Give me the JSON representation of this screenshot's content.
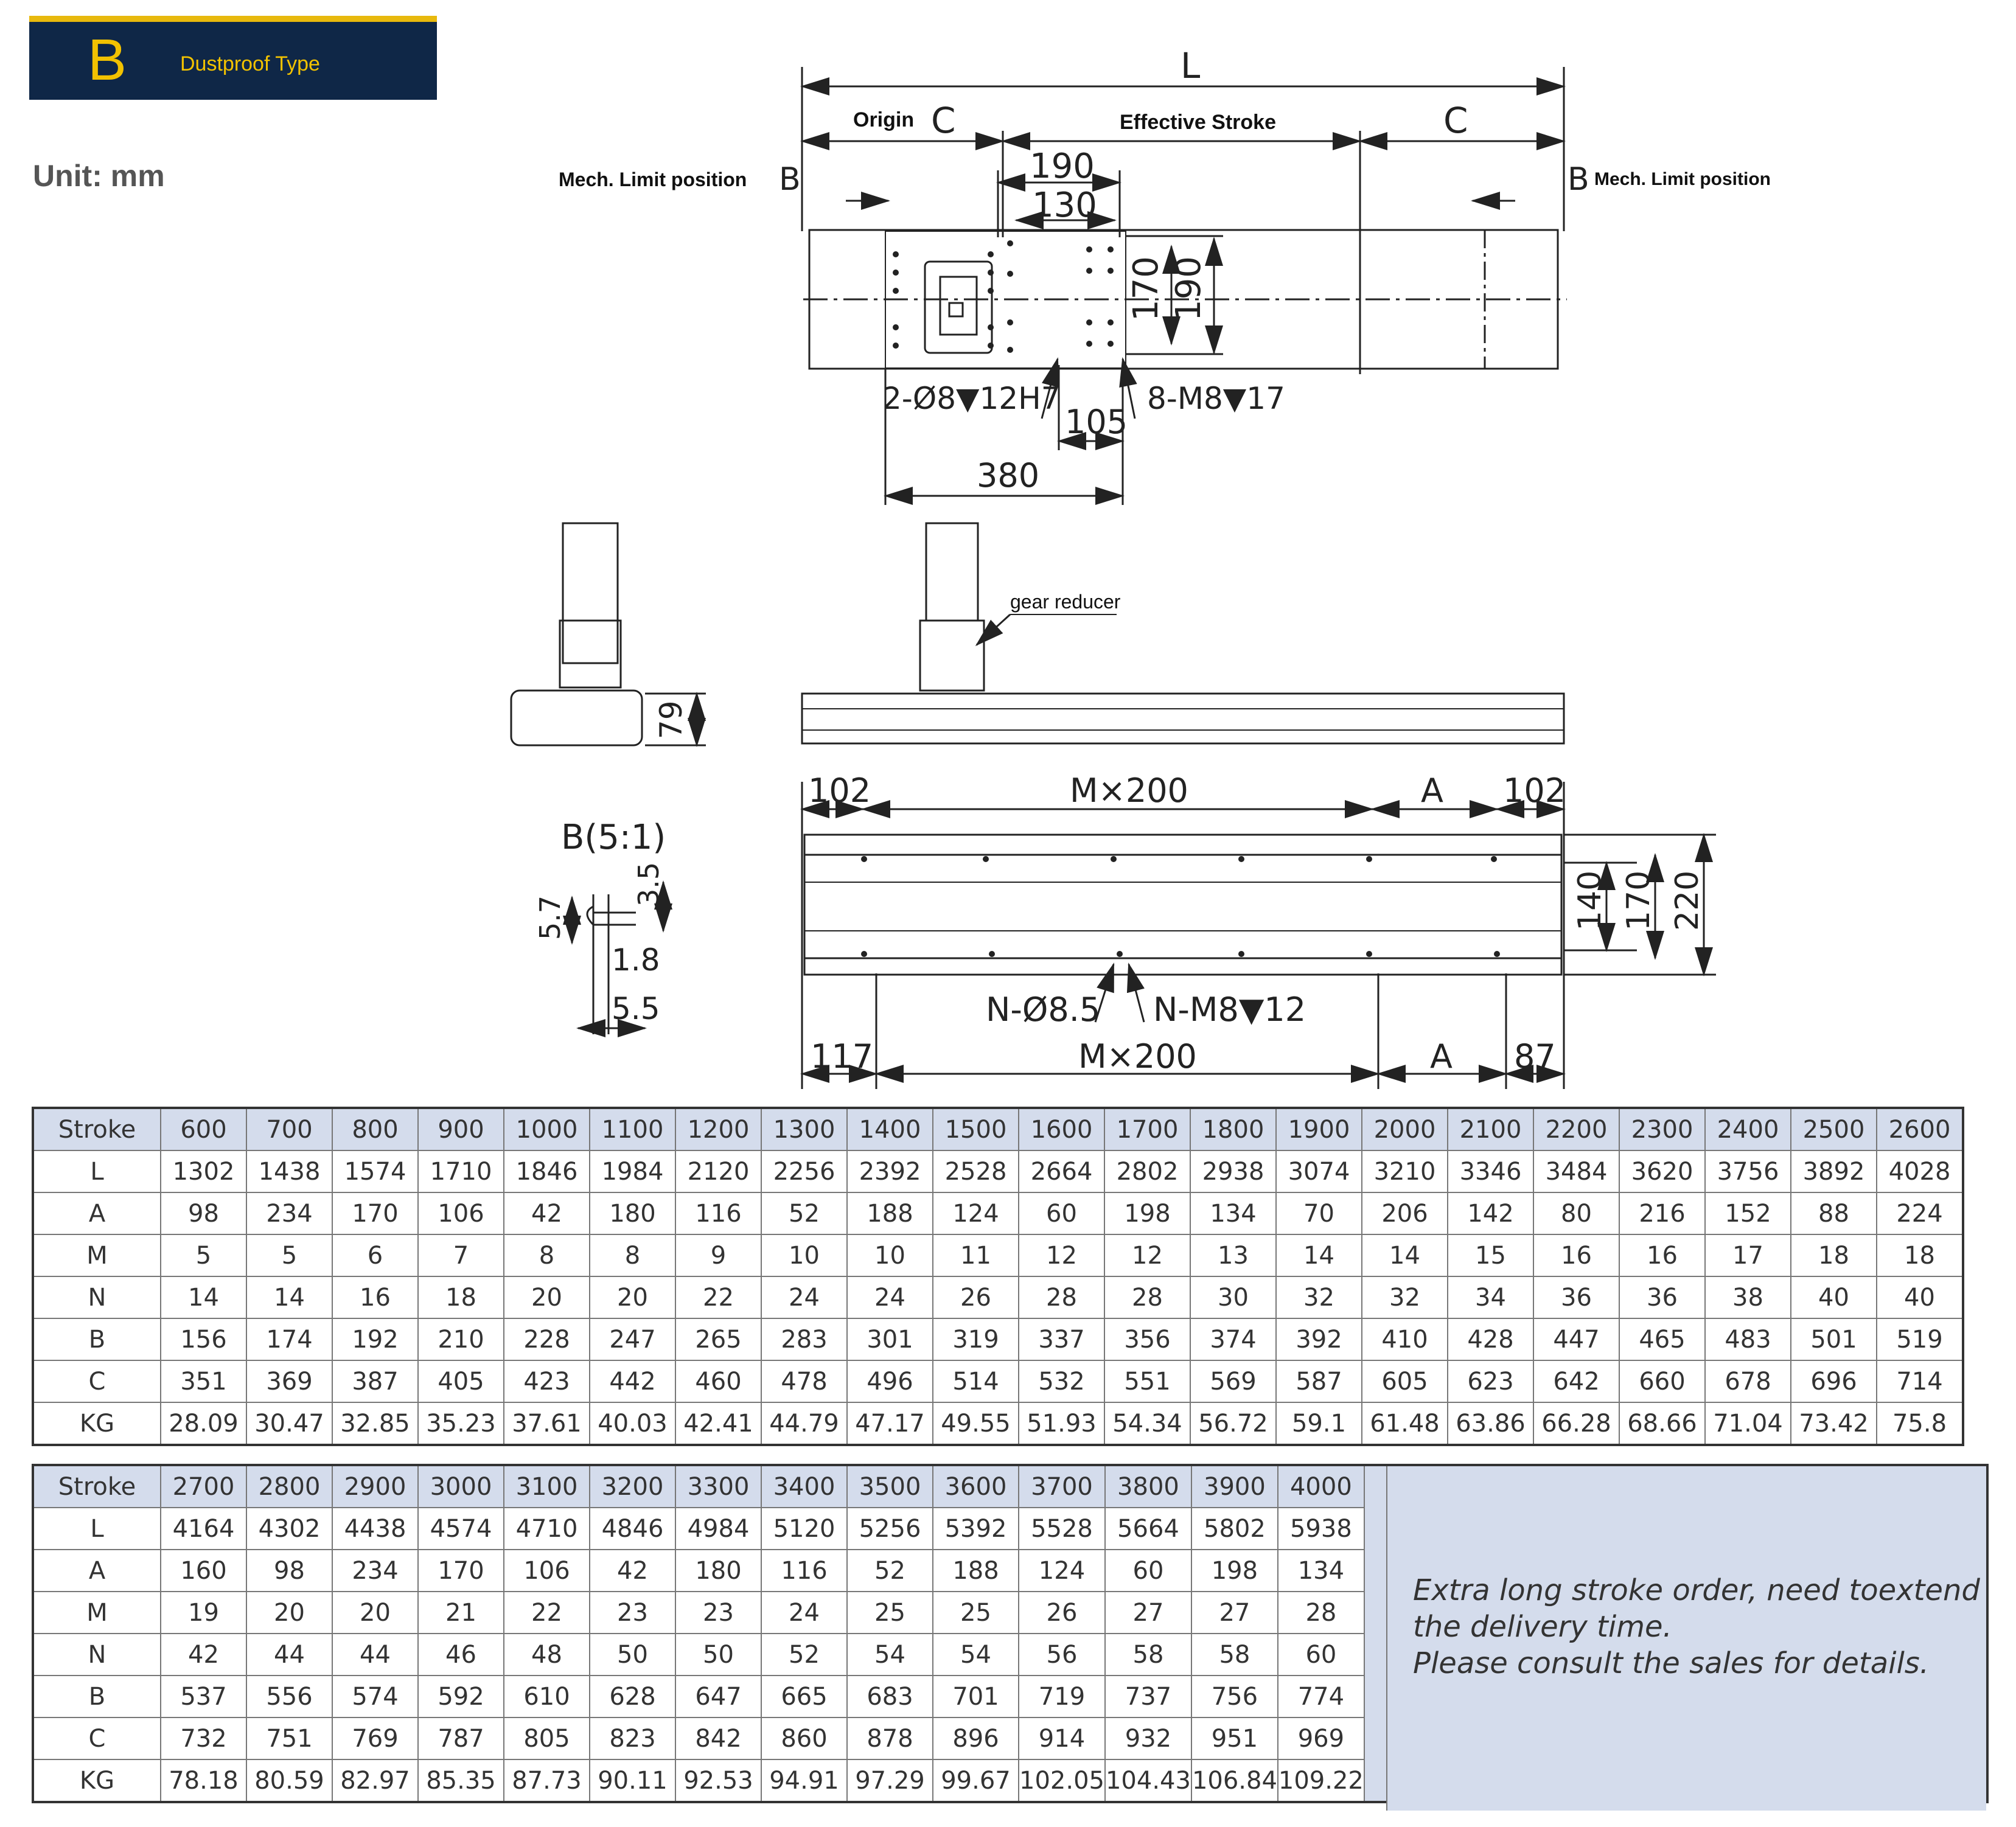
{
  "header": {
    "letter": "B",
    "title": "Dustproof Type"
  },
  "unit": "Unit: mm",
  "drawing": {
    "L": "L",
    "origin": "Origin",
    "C": "C",
    "effective_stroke": "Effective Stroke",
    "mech_limit_left": "Mech. Limit position",
    "mech_limit_right": "Mech. Limit position",
    "B": "B",
    "d190": "190",
    "d130": "130",
    "d170": "170",
    "d190v": "190",
    "pin_holes": "2-Ø8▼12H7",
    "tap_holes": "8-M8▼17",
    "d105": "105",
    "d380": "380",
    "gear_reducer": "gear reducer",
    "d79": "79",
    "detail_b": "B(5:1)",
    "d5_7": "5.7",
    "d3_5": "3.5",
    "d1_8": "1.8",
    "d5_5": "5.5",
    "d102a": "102",
    "mx200_top": "M×200",
    "A_top": "A",
    "d102b": "102",
    "d140": "140",
    "d170b": "170",
    "d220": "220",
    "n_holes": "N-Ø8.5",
    "n_taps": "N-M8▼12",
    "d117": "117",
    "mx200_bot": "M×200",
    "A_bot": "A",
    "d87": "87"
  },
  "table1": {
    "rows": [
      [
        "Stroke",
        "600",
        "700",
        "800",
        "900",
        "1000",
        "1100",
        "1200",
        "1300",
        "1400",
        "1500",
        "1600",
        "1700",
        "1800",
        "1900",
        "2000",
        "2100",
        "2200",
        "2300",
        "2400",
        "2500",
        "2600"
      ],
      [
        "L",
        "1302",
        "1438",
        "1574",
        "1710",
        "1846",
        "1984",
        "2120",
        "2256",
        "2392",
        "2528",
        "2664",
        "2802",
        "2938",
        "3074",
        "3210",
        "3346",
        "3484",
        "3620",
        "3756",
        "3892",
        "4028"
      ],
      [
        "A",
        "98",
        "234",
        "170",
        "106",
        "42",
        "180",
        "116",
        "52",
        "188",
        "124",
        "60",
        "198",
        "134",
        "70",
        "206",
        "142",
        "80",
        "216",
        "152",
        "88",
        "224"
      ],
      [
        "M",
        "5",
        "5",
        "6",
        "7",
        "8",
        "8",
        "9",
        "10",
        "10",
        "11",
        "12",
        "12",
        "13",
        "14",
        "14",
        "15",
        "16",
        "16",
        "17",
        "18",
        "18"
      ],
      [
        "N",
        "14",
        "14",
        "16",
        "18",
        "20",
        "20",
        "22",
        "24",
        "24",
        "26",
        "28",
        "28",
        "30",
        "32",
        "32",
        "34",
        "36",
        "36",
        "38",
        "40",
        "40"
      ],
      [
        "B",
        "156",
        "174",
        "192",
        "210",
        "228",
        "247",
        "265",
        "283",
        "301",
        "319",
        "337",
        "356",
        "374",
        "392",
        "410",
        "428",
        "447",
        "465",
        "483",
        "501",
        "519"
      ],
      [
        "C",
        "351",
        "369",
        "387",
        "405",
        "423",
        "442",
        "460",
        "478",
        "496",
        "514",
        "532",
        "551",
        "569",
        "587",
        "605",
        "623",
        "642",
        "660",
        "678",
        "696",
        "714"
      ],
      [
        "KG",
        "28.09",
        "30.47",
        "32.85",
        "35.23",
        "37.61",
        "40.03",
        "42.41",
        "44.79",
        "47.17",
        "49.55",
        "51.93",
        "54.34",
        "56.72",
        "59.1",
        "61.48",
        "63.86",
        "66.28",
        "68.66",
        "71.04",
        "73.42",
        "75.8"
      ]
    ]
  },
  "table2": {
    "rows": [
      [
        "Stroke",
        "2700",
        "2800",
        "2900",
        "3000",
        "3100",
        "3200",
        "3300",
        "3400",
        "3500",
        "3600",
        "3700",
        "3800",
        "3900",
        "4000"
      ],
      [
        "L",
        "4164",
        "4302",
        "4438",
        "4574",
        "4710",
        "4846",
        "4984",
        "5120",
        "5256",
        "5392",
        "5528",
        "5664",
        "5802",
        "5938"
      ],
      [
        "A",
        "160",
        "98",
        "234",
        "170",
        "106",
        "42",
        "180",
        "116",
        "52",
        "188",
        "124",
        "60",
        "198",
        "134"
      ],
      [
        "M",
        "19",
        "20",
        "20",
        "21",
        "22",
        "23",
        "23",
        "24",
        "25",
        "25",
        "26",
        "27",
        "27",
        "28"
      ],
      [
        "N",
        "42",
        "44",
        "44",
        "46",
        "48",
        "50",
        "50",
        "52",
        "54",
        "54",
        "56",
        "58",
        "58",
        "60"
      ],
      [
        "B",
        "537",
        "556",
        "574",
        "592",
        "610",
        "628",
        "647",
        "665",
        "683",
        "701",
        "719",
        "737",
        "756",
        "774"
      ],
      [
        "C",
        "732",
        "751",
        "769",
        "787",
        "805",
        "823",
        "842",
        "860",
        "878",
        "896",
        "914",
        "932",
        "951",
        "969"
      ],
      [
        "KG",
        "78.18",
        "80.59",
        "82.97",
        "85.35",
        "87.73",
        "90.11",
        "92.53",
        "94.91",
        "97.29",
        "99.67",
        "102.05",
        "104.43",
        "106.84",
        "109.22"
      ]
    ]
  },
  "note": {
    "line1": "Extra long stroke order, need toextend",
    "line2": "the delivery time.",
    "line3": "Please consult the sales for details."
  }
}
